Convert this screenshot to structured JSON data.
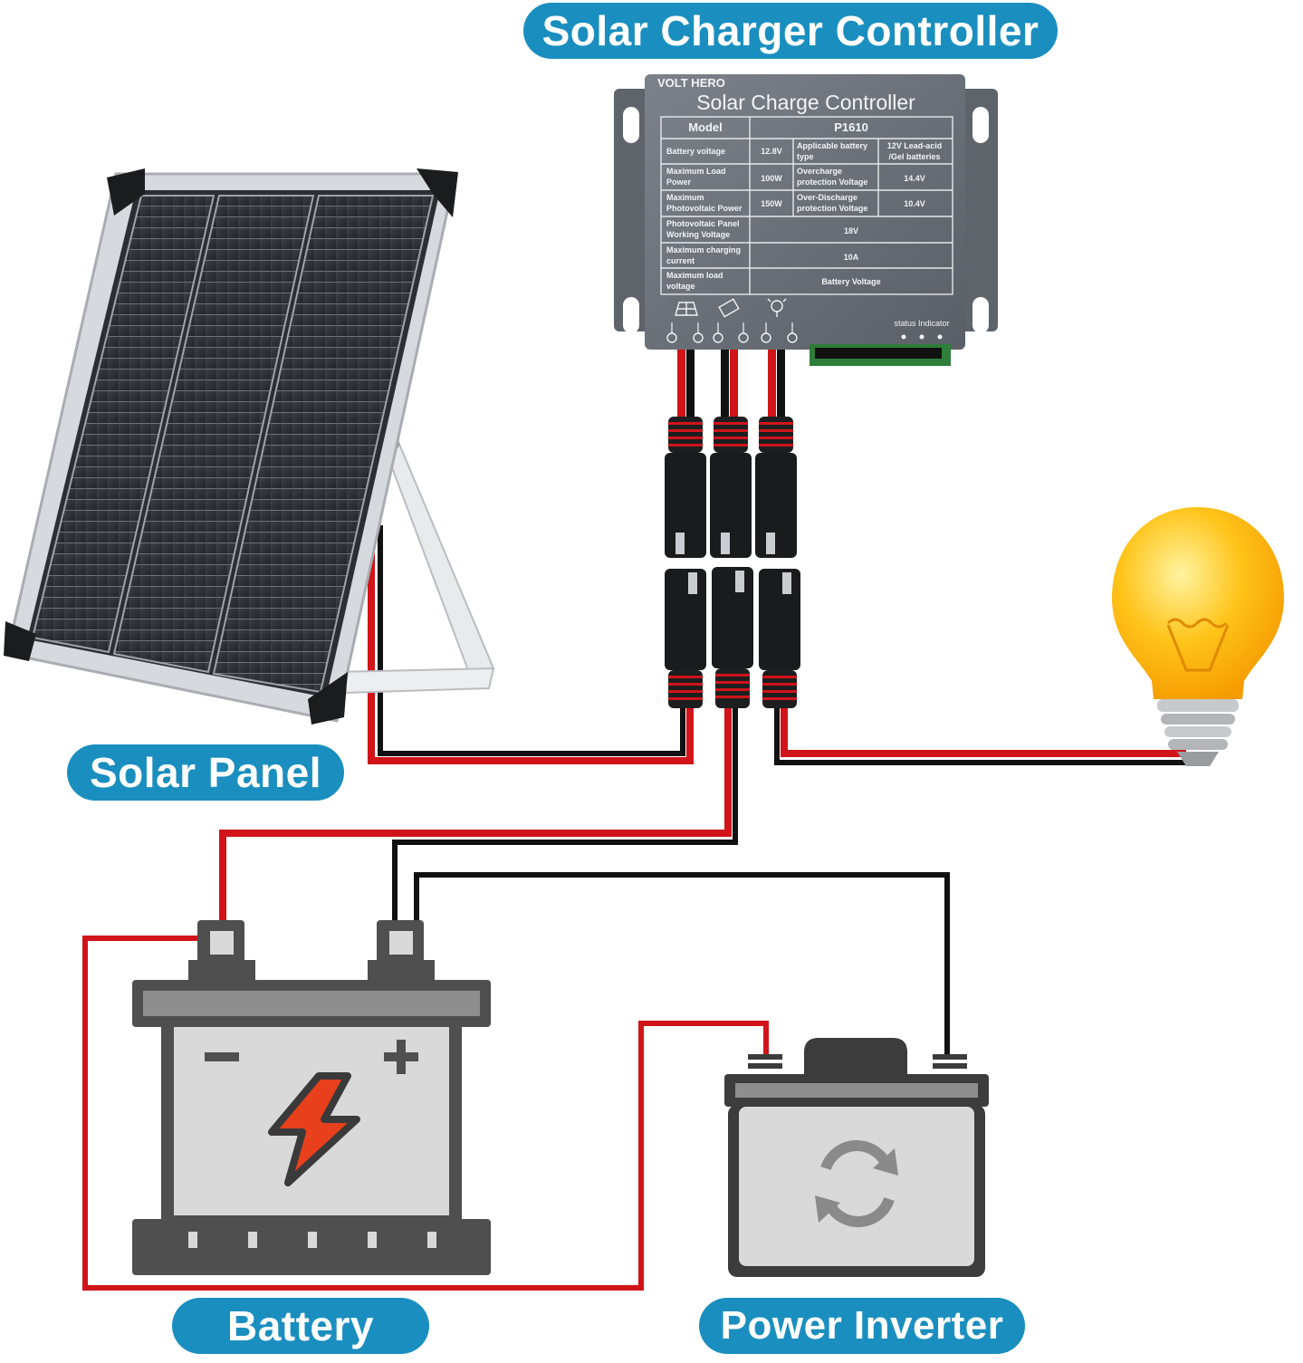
{
  "labels": {
    "controller_title": "Solar Charger Controller",
    "solar_panel": "Solar Panel",
    "battery": "Battery",
    "power_inverter": "Power Inverter"
  },
  "controller": {
    "brand": "VOLT HERO",
    "name": "Solar Charge Controller",
    "model_label": "Model",
    "model_value": "P1610",
    "specs": {
      "battery_voltage": {
        "label1": "Battery voltage",
        "value": "12.8V"
      },
      "applicable_type": {
        "label1": "Applicable battery",
        "label2": "type",
        "value1": "12V Lead-acid",
        "value2": "/Gel batteries"
      },
      "max_load_power": {
        "label1": "Maximum Load",
        "label2": "Power",
        "value": "100W"
      },
      "overcharge": {
        "label1": "Overcharge",
        "label2": "protection Voltage",
        "value": "14.4V"
      },
      "max_pv_power": {
        "label1": "Maximum",
        "label2": "Photovoltaic Power",
        "value": "150W"
      },
      "over_discharge": {
        "label1": "Over-Discharge",
        "label2": "protection Voltage",
        "value": "10.4V"
      },
      "pv_working_voltage": {
        "label1": "Photovoltaic Panel",
        "label2": "Working Voltage",
        "value": "18V"
      },
      "max_charging_current": {
        "label1": "Maximum charging",
        "label2": "current",
        "value": "10A"
      },
      "max_load_voltage": {
        "label1": "Maximum load",
        "label2": "voltage",
        "value": "Battery Voltage"
      }
    },
    "status_indicator": "status Indicator"
  },
  "colors": {
    "pill": "#1a8fbf",
    "wire_red": "#d0141a",
    "wire_black": "#111111",
    "controller_body": "#6b7077",
    "battery_body": "#d9d9d9",
    "battery_frame": "#4f4f4f",
    "bolt": "#e8401c"
  },
  "icons": [
    "solar-panel-icon",
    "battery-icon",
    "bulb-icon",
    "lightning-bolt-icon",
    "refresh-icon"
  ]
}
